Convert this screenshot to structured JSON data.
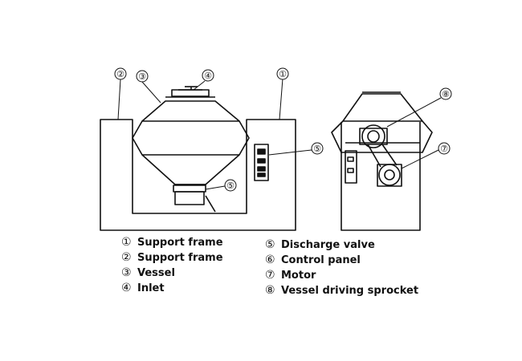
{
  "callouts": {
    "c1": "①",
    "c2": "②",
    "c3": "③",
    "c4": "④",
    "c5a": "⑤",
    "c5b": "⑤",
    "c7": "⑦",
    "c8": "⑧"
  },
  "legend": {
    "left": [
      {
        "num": "①",
        "label": "Support frame"
      },
      {
        "num": "②",
        "label": "Support frame"
      },
      {
        "num": "③",
        "label": "Vessel"
      },
      {
        "num": "④",
        "label": "Inlet"
      }
    ],
    "right": [
      {
        "num": "⑤",
        "label": "Discharge valve"
      },
      {
        "num": "⑥",
        "label": "Control panel"
      },
      {
        "num": "⑦",
        "label": "Motor"
      },
      {
        "num": "⑧",
        "label": "Vessel driving sprocket"
      }
    ]
  }
}
